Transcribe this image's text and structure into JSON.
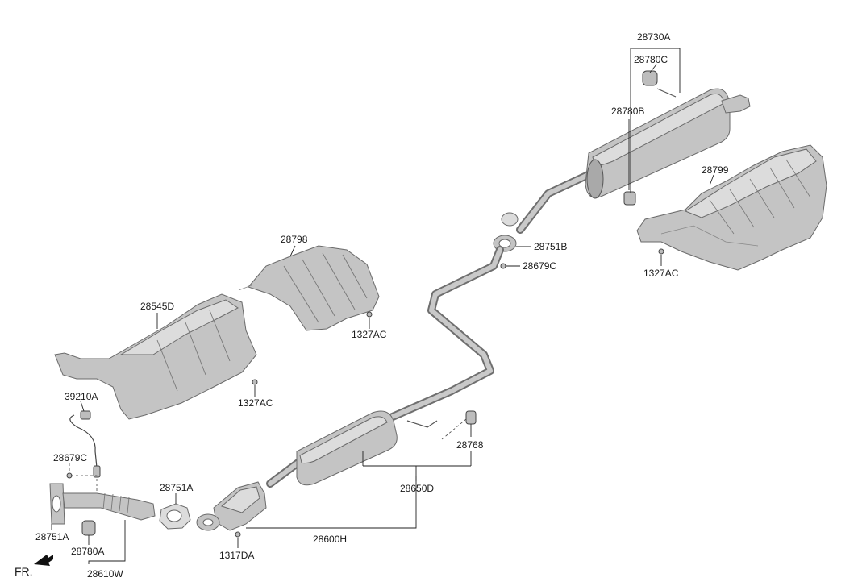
{
  "labels": {
    "p28730A": "28730A",
    "p28780C": "28780C",
    "p28780B": "28780B",
    "p28799": "28799",
    "p1327AC_right": "1327AC",
    "p28751B": "28751B",
    "p28679C_right": "28679C",
    "p28798": "28798",
    "p1327AC_mid": "1327AC",
    "p28545D": "28545D",
    "p1327AC_left": "1327AC",
    "p39210A": "39210A",
    "p28679C_left": "28679C",
    "p28751A_flange": "28751A",
    "p28751A_gasket": "28751A",
    "p28780A": "28780A",
    "p28610W": "28610W",
    "p1317DA": "1317DA",
    "p28600H": "28600H",
    "p28650D": "28650D",
    "p28768": "28768"
  },
  "direction": {
    "text": "FR."
  },
  "colors": {
    "metal": "#c4c4c4",
    "metal_outline": "#6a6a6a",
    "line": "#222222",
    "background": "#ffffff"
  }
}
